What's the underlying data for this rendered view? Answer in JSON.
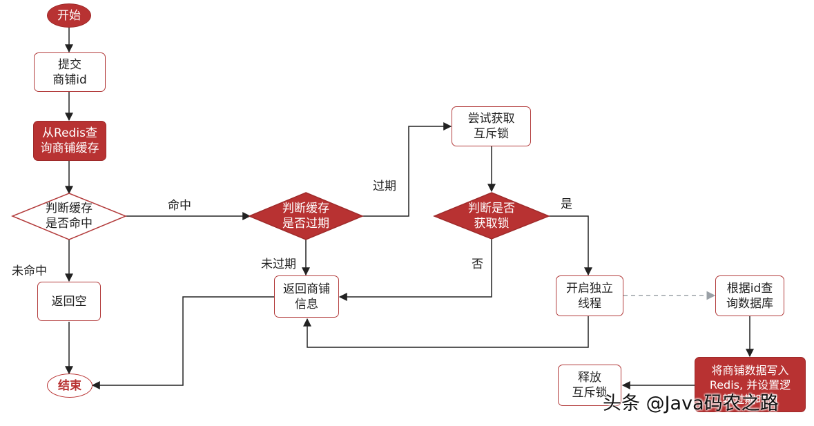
{
  "nodes": {
    "start": "开始",
    "submit_id": "提交\n商铺id",
    "query_redis": "从Redis查\n询商铺缓存",
    "check_hit": "判断缓存\n是否命中",
    "return_empty": "返回空",
    "end": "结束",
    "check_expired": "判断缓存\n是否过期",
    "return_info": "返回商铺\n信息",
    "try_lock": "尝试获取\n互斥锁",
    "check_lock": "判断是否\n获取锁",
    "start_thread": "开启独立\n线程",
    "query_db": "根据id查\n询数据库",
    "write_redis": "将商铺数据写入\nRedis, 并设置逻\n辑过期时间",
    "release_lock": "释放\n互斥锁"
  },
  "edge_labels": {
    "hit": "命中",
    "miss": "未命中",
    "expired": "过期",
    "not_expired": "未过期",
    "yes": "是",
    "no": "否"
  },
  "colors": {
    "primary_red": "#b83232",
    "border_red": "#b23a3a",
    "line": "#222222",
    "dashed_line": "#9aa0a6"
  },
  "watermark": "头条 @Java码农之路"
}
